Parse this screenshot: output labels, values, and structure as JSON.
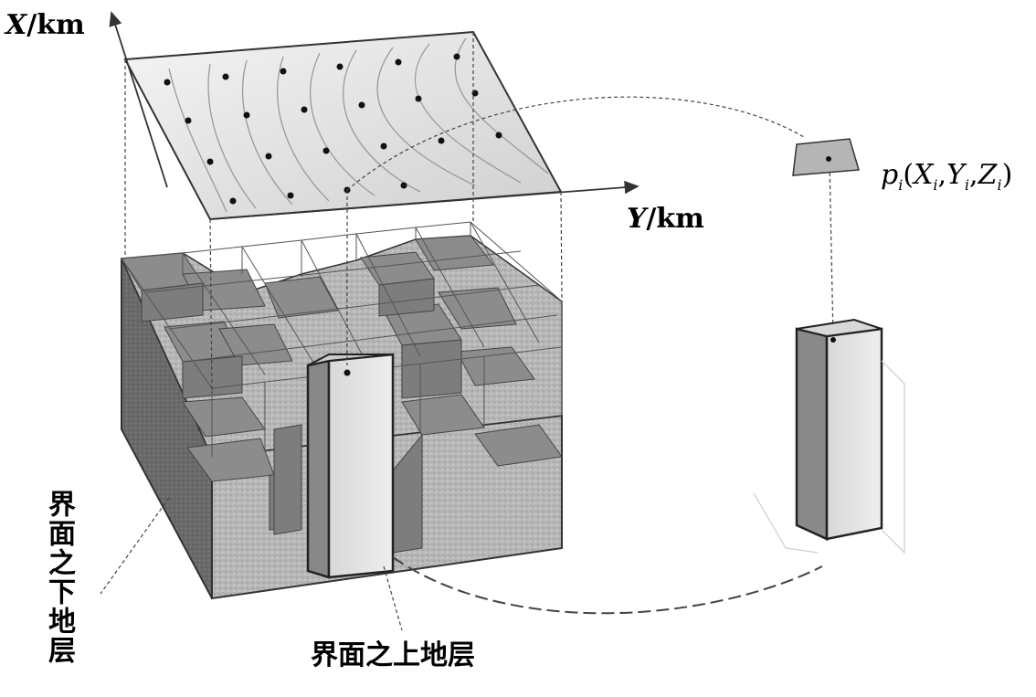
{
  "axes": {
    "x_var": "X",
    "x_unit": "/km",
    "y_var": "Y",
    "y_unit": "/km"
  },
  "point_label": {
    "p": "p",
    "i": "i",
    "open": "(",
    "X": "X",
    "Y": "Y",
    "Z": "Z",
    "comma": ",",
    "close": ")"
  },
  "labels": {
    "below_interface": "界面之下地层",
    "above_interface": "界面之上地层"
  },
  "colors": {
    "dark_face": "#6e6e6e",
    "texture_face": "#b5b5b5",
    "top_face": "#8a8a8a",
    "plane": "#e6e6e6",
    "contour": "#9a9a9a"
  }
}
